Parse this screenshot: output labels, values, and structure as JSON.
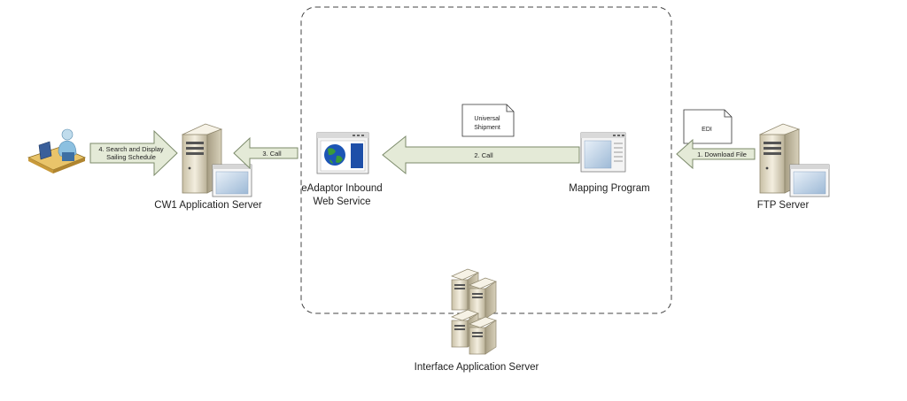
{
  "nodes": {
    "user": {
      "label": ""
    },
    "cw1_server": {
      "label": "CW1 Application Server"
    },
    "eadaptor": {
      "label_line1": "eAdaptor Inbound",
      "label_line2": "Web Service"
    },
    "mapping": {
      "label": "Mapping Program"
    },
    "ftp_server": {
      "label": "FTP Server"
    },
    "interface_server": {
      "label": "Interface Application Server"
    }
  },
  "arrows": {
    "step1": {
      "label": "1. Download File"
    },
    "step2": {
      "label": "2. Call"
    },
    "step3": {
      "label": "3. Call"
    },
    "step4": {
      "label_line1": "4. Search and Display",
      "label_line2": "Sailing Schedule"
    }
  },
  "documents": {
    "edi": {
      "label": "EDI"
    },
    "universal_shipment": {
      "label_line1": "Universal",
      "label_line2": "Shipment"
    }
  },
  "colors": {
    "arrow_fill": "#e4ead7",
    "arrow_stroke": "#7b8a6a",
    "server_body": "#ece6d2",
    "window_blue": "#1c55b5",
    "boundary": "#444444"
  }
}
